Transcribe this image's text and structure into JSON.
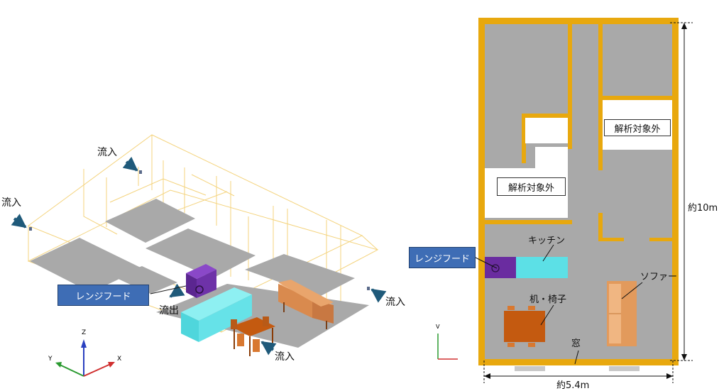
{
  "iso_view": {
    "labels": {
      "inflow_top": "流入",
      "inflow_left": "流入",
      "inflow_right": "流入",
      "inflow_bottom": "流入",
      "outflow": "流出",
      "range_hood": "レンジフード"
    },
    "axes": {
      "z": "Z",
      "y": "Y",
      "x": "X"
    }
  },
  "plan_view": {
    "labels": {
      "excluded_upper": "解析対象外",
      "excluded_left": "解析対象外",
      "kitchen": "キッチン",
      "range_hood": "レンジフード",
      "sofa": "ソファー",
      "desk_chair": "机・椅子",
      "window": "窓",
      "height": "約10m",
      "width": "約5.4m"
    },
    "axes": {
      "v": "V"
    }
  },
  "colors": {
    "wall": "#e8a80e",
    "floor": "#a9a9a9",
    "kitchen": "#5ce0e6",
    "hood": "#6a2ca0",
    "sofa": "#e29a5c",
    "table": "#c45a10",
    "callout": "#3e6db5",
    "arrow": "#1f5a7a"
  }
}
